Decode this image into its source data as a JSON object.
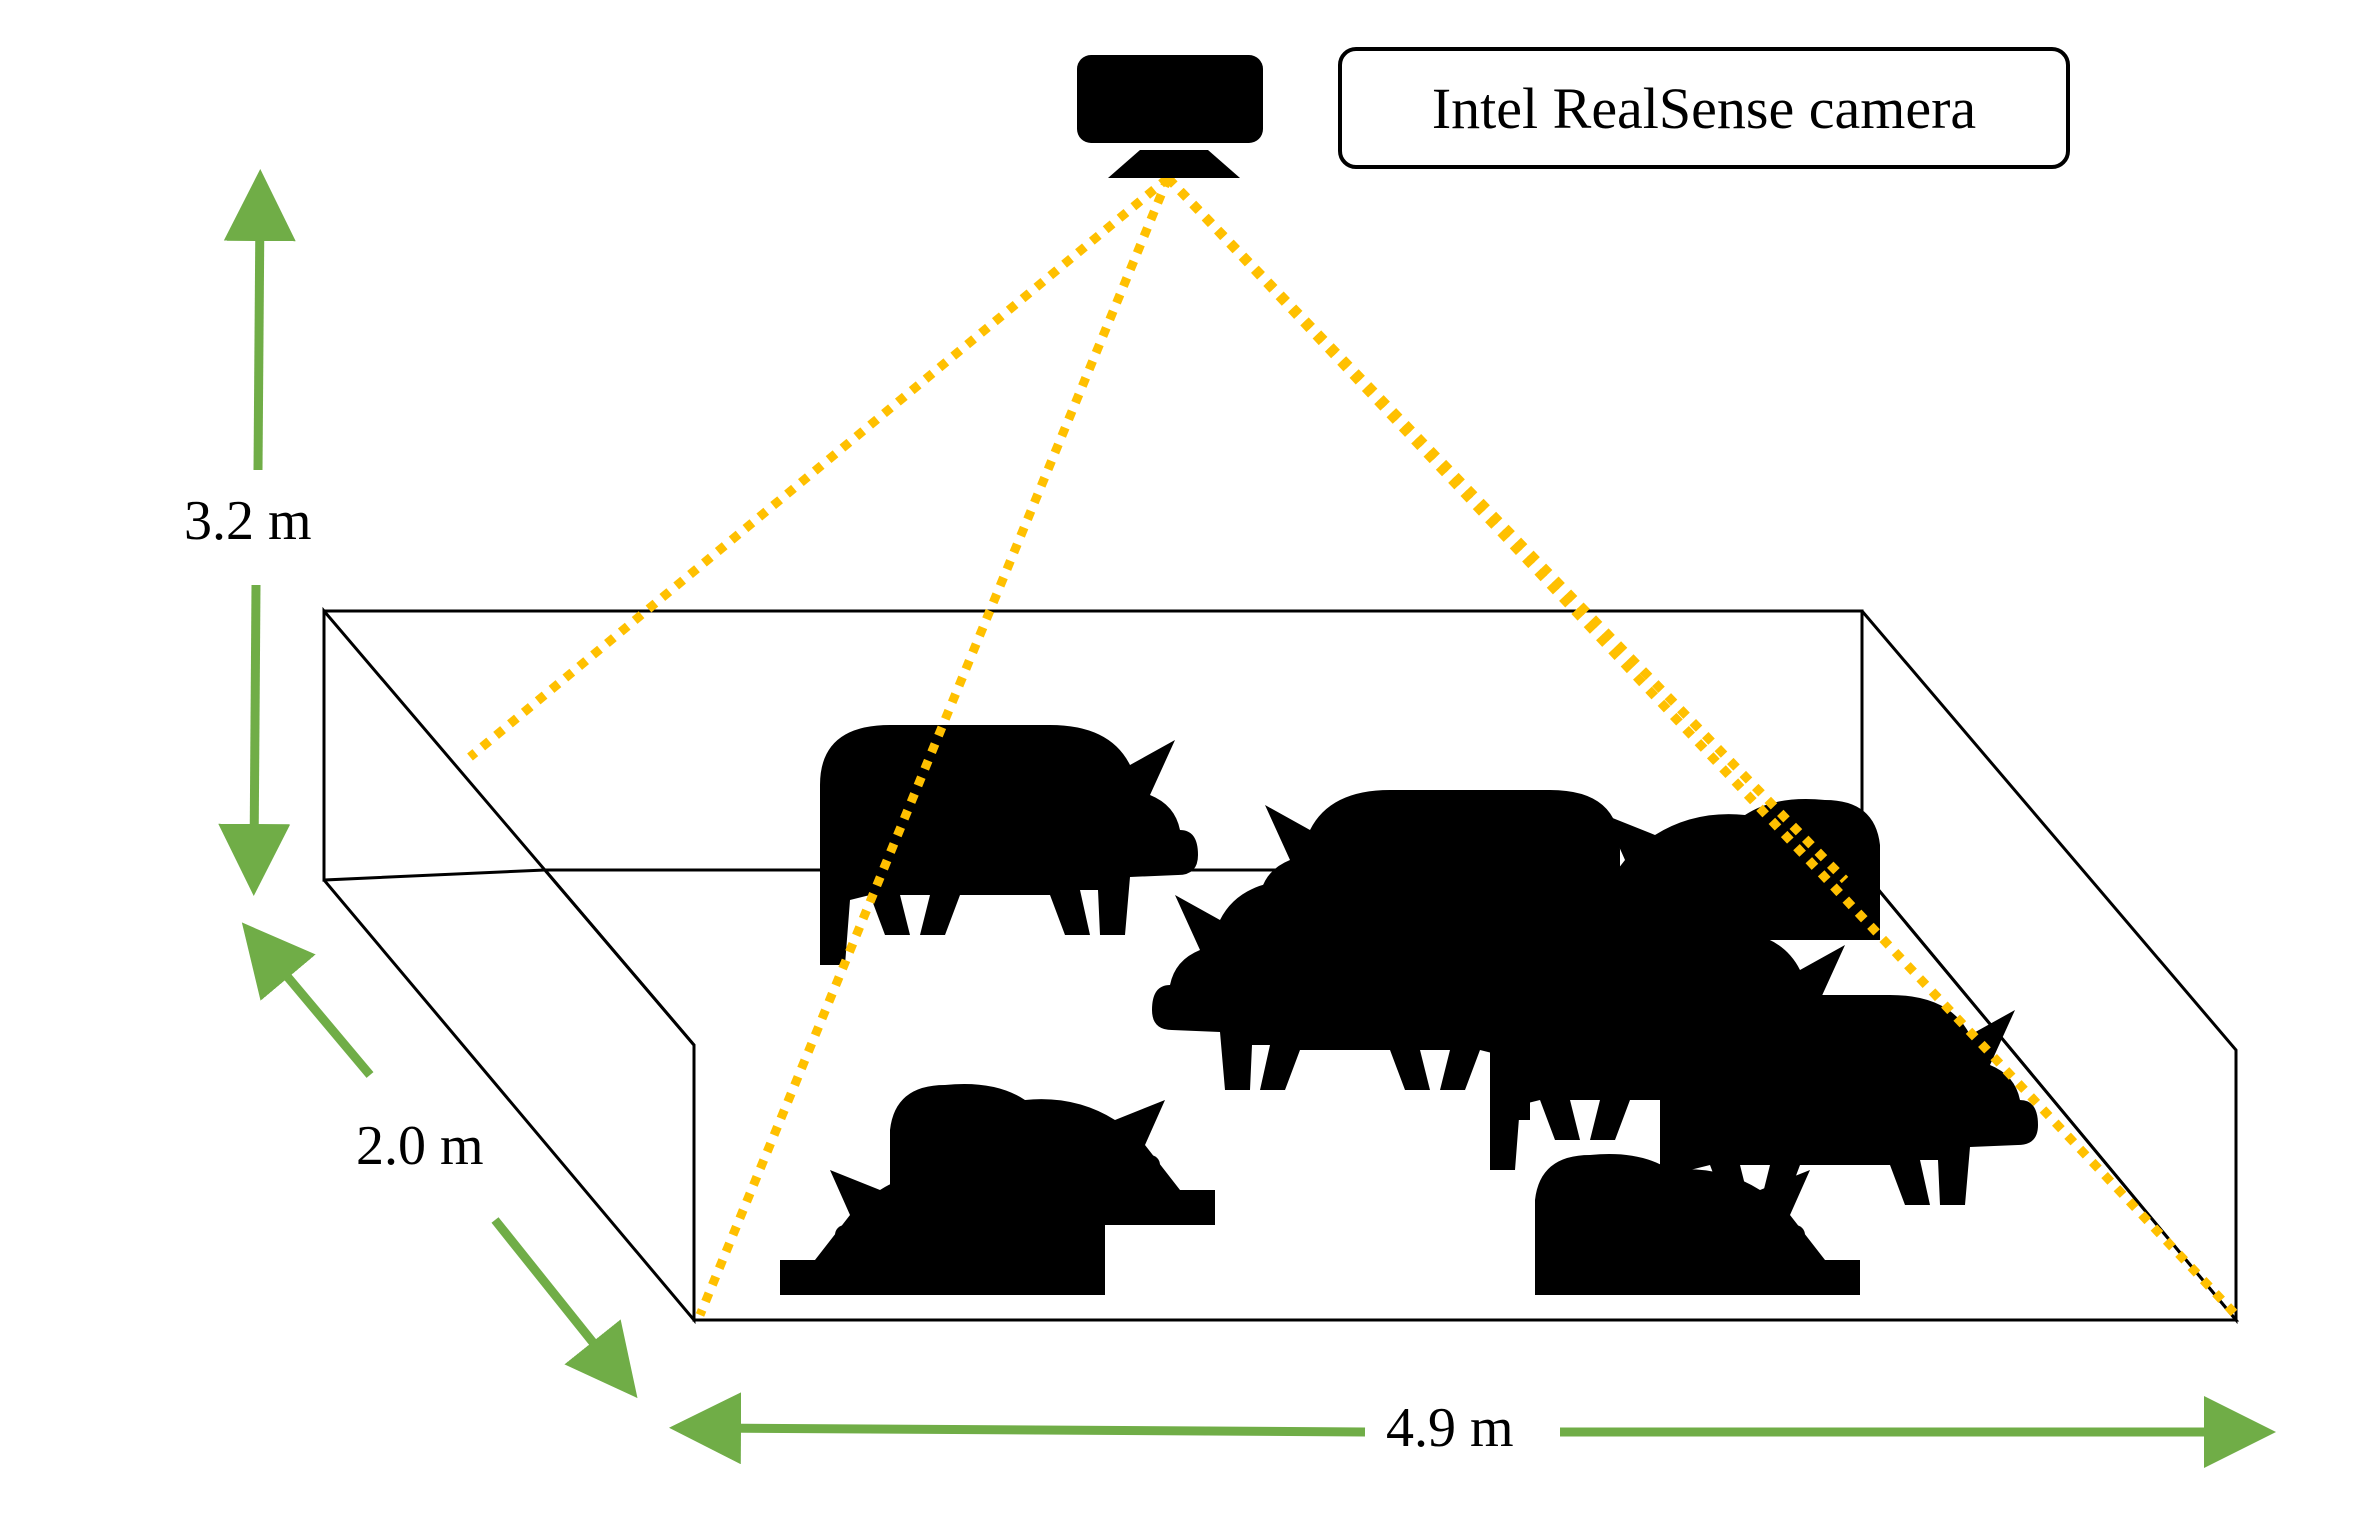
{
  "camera": {
    "label": "Intel RealSense camera",
    "icon": "camera-icon"
  },
  "dimensions": {
    "height": "3.2 m",
    "depth": "2.0 m",
    "width": "4.9 m"
  },
  "colors": {
    "dimension_arrow": "#70AD47",
    "field_of_view": "#FFC000",
    "outline": "#000000"
  },
  "pigs": {
    "standing_count": 6,
    "lying_count": 3,
    "icon": "pig-icon"
  }
}
